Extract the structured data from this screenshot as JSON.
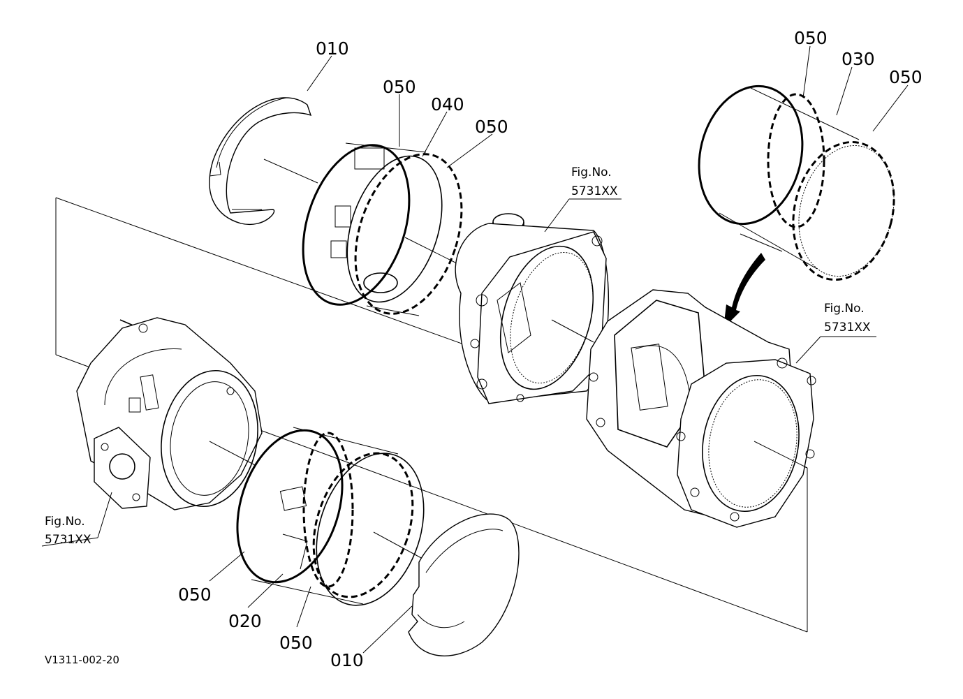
{
  "drawing_code": "V1311-002-20",
  "callouts": {
    "top_left_010": "010",
    "top_050_a": "050",
    "top_040": "040",
    "top_050_b": "050",
    "right_050_a": "050",
    "right_030": "030",
    "right_050_b": "050",
    "bottom_050_a": "050",
    "bottom_020": "020",
    "bottom_050_b": "050",
    "bottom_010": "010"
  },
  "figure_refs": {
    "center": {
      "line1": "Fig.No.",
      "line2": "5731XX"
    },
    "right": {
      "line1": "Fig.No.",
      "line2": "5731XX"
    },
    "left": {
      "line1": "Fig.No.",
      "line2": "5731XX"
    }
  }
}
